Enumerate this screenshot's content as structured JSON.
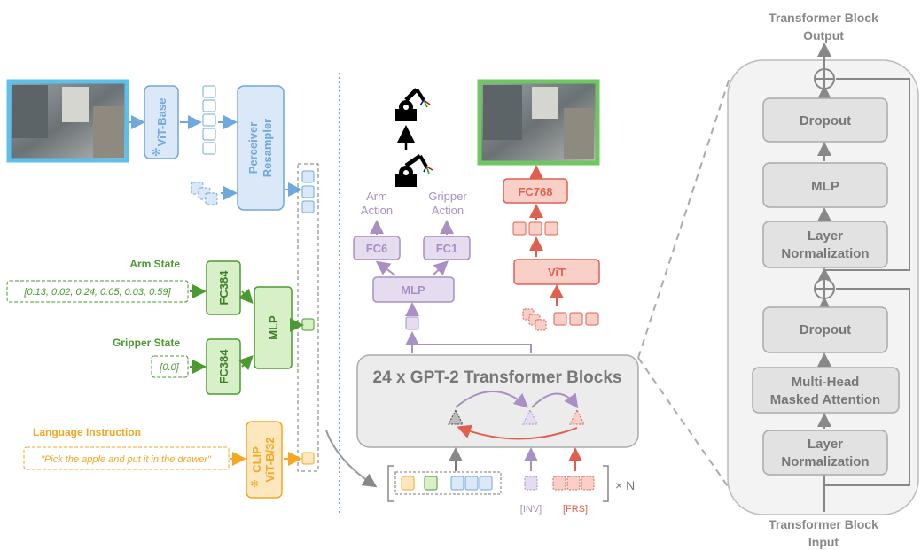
{
  "colors": {
    "blue": "#6fa8dc",
    "blue_fill": "#dbe8f7",
    "green": "#4a9a30",
    "green_fill": "#d8f0c8",
    "orange": "#f5a623",
    "orange_fill": "#fde7bf",
    "purple": "#a890c4",
    "purple_fill": "#e6dcf0",
    "red": "#e06050",
    "red_fill": "#f8d0c8",
    "gray": "#888888",
    "gray_fill": "#e9e9e9"
  },
  "vision": {
    "encoder_label": "ViT-Base",
    "resampler_label": "Perceiver Resampler"
  },
  "state": {
    "arm_state_label": "Arm State",
    "arm_state_value": "[0.13, 0.02, 0.24, 0.05, 0.03, 0.59]",
    "gripper_state_label": "Gripper State",
    "gripper_state_value": "[0.0]",
    "fc_arm_label": "FC384",
    "fc_gripper_label": "FC384",
    "mlp_label": "MLP"
  },
  "language": {
    "label": "Language Instruction",
    "value": "\"Pick the apple and put it in the drawer\"",
    "encoder_label": "CLIP ViT-B/32"
  },
  "transformer": {
    "label": "24 x GPT-2 Transformer Blocks",
    "inv_label": "[INV]",
    "frs_label": "[FRS]",
    "repeat_label": "× N"
  },
  "action_head": {
    "arm_action_label": "Arm Action",
    "gripper_action_label": "Gripper Action",
    "fc6_label": "FC6",
    "fc1_label": "FC1",
    "mlp_label": "MLP"
  },
  "image_head": {
    "fc768_label": "FC768",
    "vit_label": "ViT"
  },
  "block_detail": {
    "title": "Transformer Block Output",
    "input_title": "Transformer Block Input",
    "layers": [
      "Dropout",
      "MLP",
      "Layer Normalization",
      "Dropout",
      "Multi-Head Masked Attention",
      "Layer Normalization"
    ]
  }
}
